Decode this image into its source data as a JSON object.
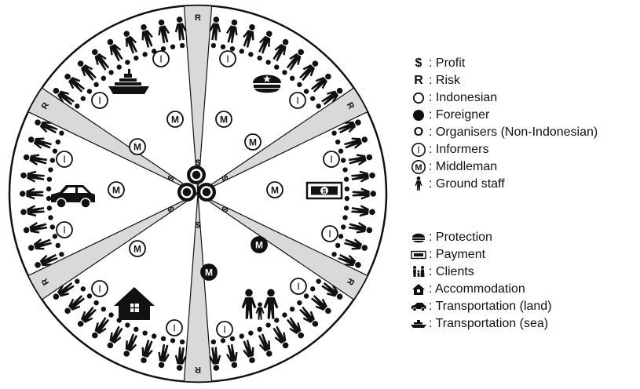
{
  "diagram": {
    "sector_letters": {
      "profit": "$",
      "risk": "R",
      "organiser": "O"
    },
    "marker_letters": {
      "informer": "I",
      "middleman": "M"
    }
  },
  "legend": {
    "symbols": [
      {
        "key": "profit",
        "glyph": "$",
        "label": ": Profit"
      },
      {
        "key": "risk",
        "glyph": "R",
        "label": ": Risk"
      },
      {
        "key": "indonesian",
        "glyph": "",
        "label": ": Indonesian"
      },
      {
        "key": "foreigner",
        "glyph": "",
        "label": ": Foreigner"
      },
      {
        "key": "organisers",
        "glyph": "O",
        "label": ": Organisers (Non-Indonesian)"
      },
      {
        "key": "informers",
        "glyph": "I",
        "label": ": Informers"
      },
      {
        "key": "middleman",
        "glyph": "M",
        "label": ": Middleman"
      },
      {
        "key": "ground_staff",
        "glyph": "",
        "label": ": Ground staff"
      }
    ],
    "sectors": [
      {
        "key": "protection",
        "icon": "police-cap-icon",
        "label": ": Protection"
      },
      {
        "key": "payment",
        "icon": "banknote-icon",
        "label": ": Payment"
      },
      {
        "key": "clients",
        "icon": "family-icon",
        "label": ": Clients"
      },
      {
        "key": "accommodation",
        "icon": "house-icon",
        "label": ": Accommodation"
      },
      {
        "key": "transportation_land",
        "icon": "car-icon",
        "label": ": Transportation (land)"
      },
      {
        "key": "transportation_sea",
        "icon": "ship-icon",
        "label": ": Transportation (sea)"
      }
    ]
  },
  "colors": {
    "ink": "#111111",
    "band": "#d9d9d9",
    "paper": "#ffffff"
  }
}
